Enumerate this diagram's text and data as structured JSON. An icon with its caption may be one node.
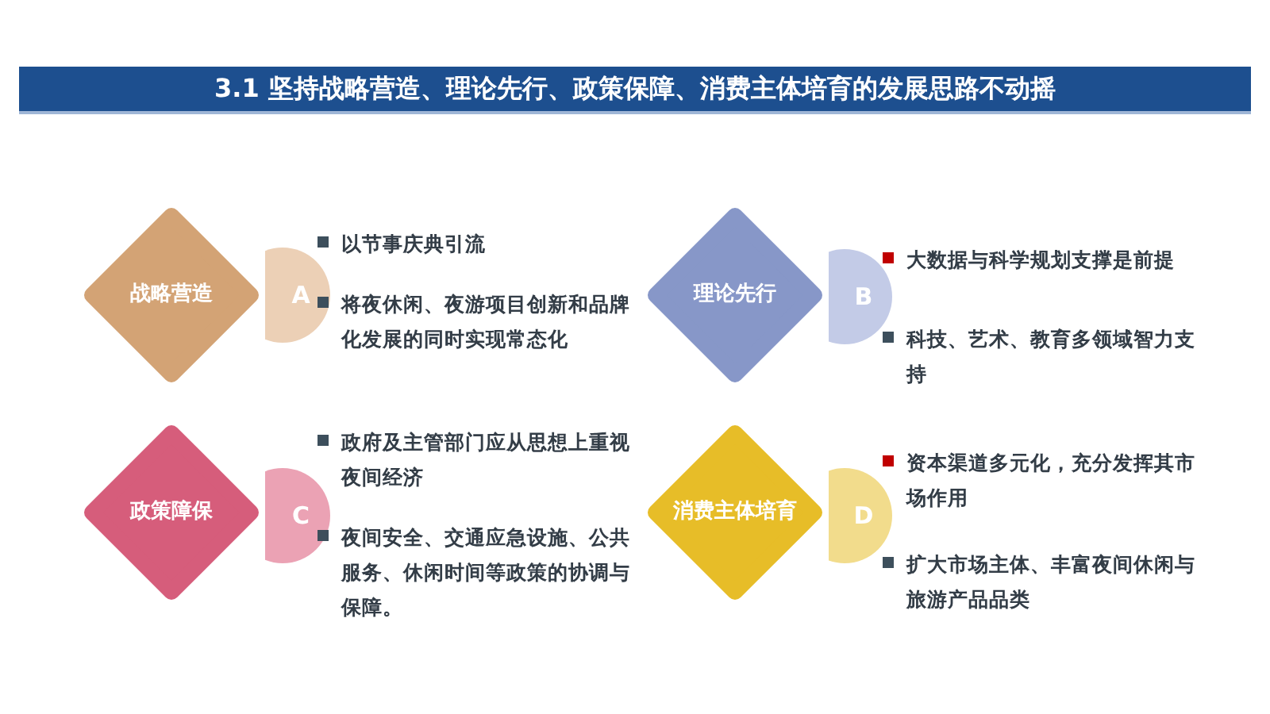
{
  "diagram": {
    "title": "3.1 坚持战略营造、理论先行、政策保障、消费主体培育的发展思路不动摇",
    "nodes": [
      {
        "text": [
          "战略营造"
        ]
      },
      {
        "text": [
          "A"
        ]
      },
      {
        "text": [
          "理论先行"
        ]
      },
      {
        "text": [
          "B"
        ]
      },
      {
        "text": [
          "政策障保"
        ]
      },
      {
        "text": [
          "C"
        ]
      },
      {
        "text": [
          "消费主体培育"
        ]
      },
      {
        "text": [
          "D"
        ]
      }
    ],
    "labels": [
      "以节事庆典**引流**",
      "将夜休闲、夜游项目创新和品牌化发展的同时实现**常态化**",
      "**大数据与科学规划**支撑是前提",
      "科技、艺术、教育多领域智力支持",
      "政府及主管部门应从**思想上重视夜间经济**",
      "夜间安全、交通应急设施、公共服务、休闲时间等政策的协调与保障。",
      "**资本渠道多元化，**充分发挥其市场作用",
      "扩大市场主体、**丰富**夜间休闲与旅游**产品品类**"
    ]
  }
}
